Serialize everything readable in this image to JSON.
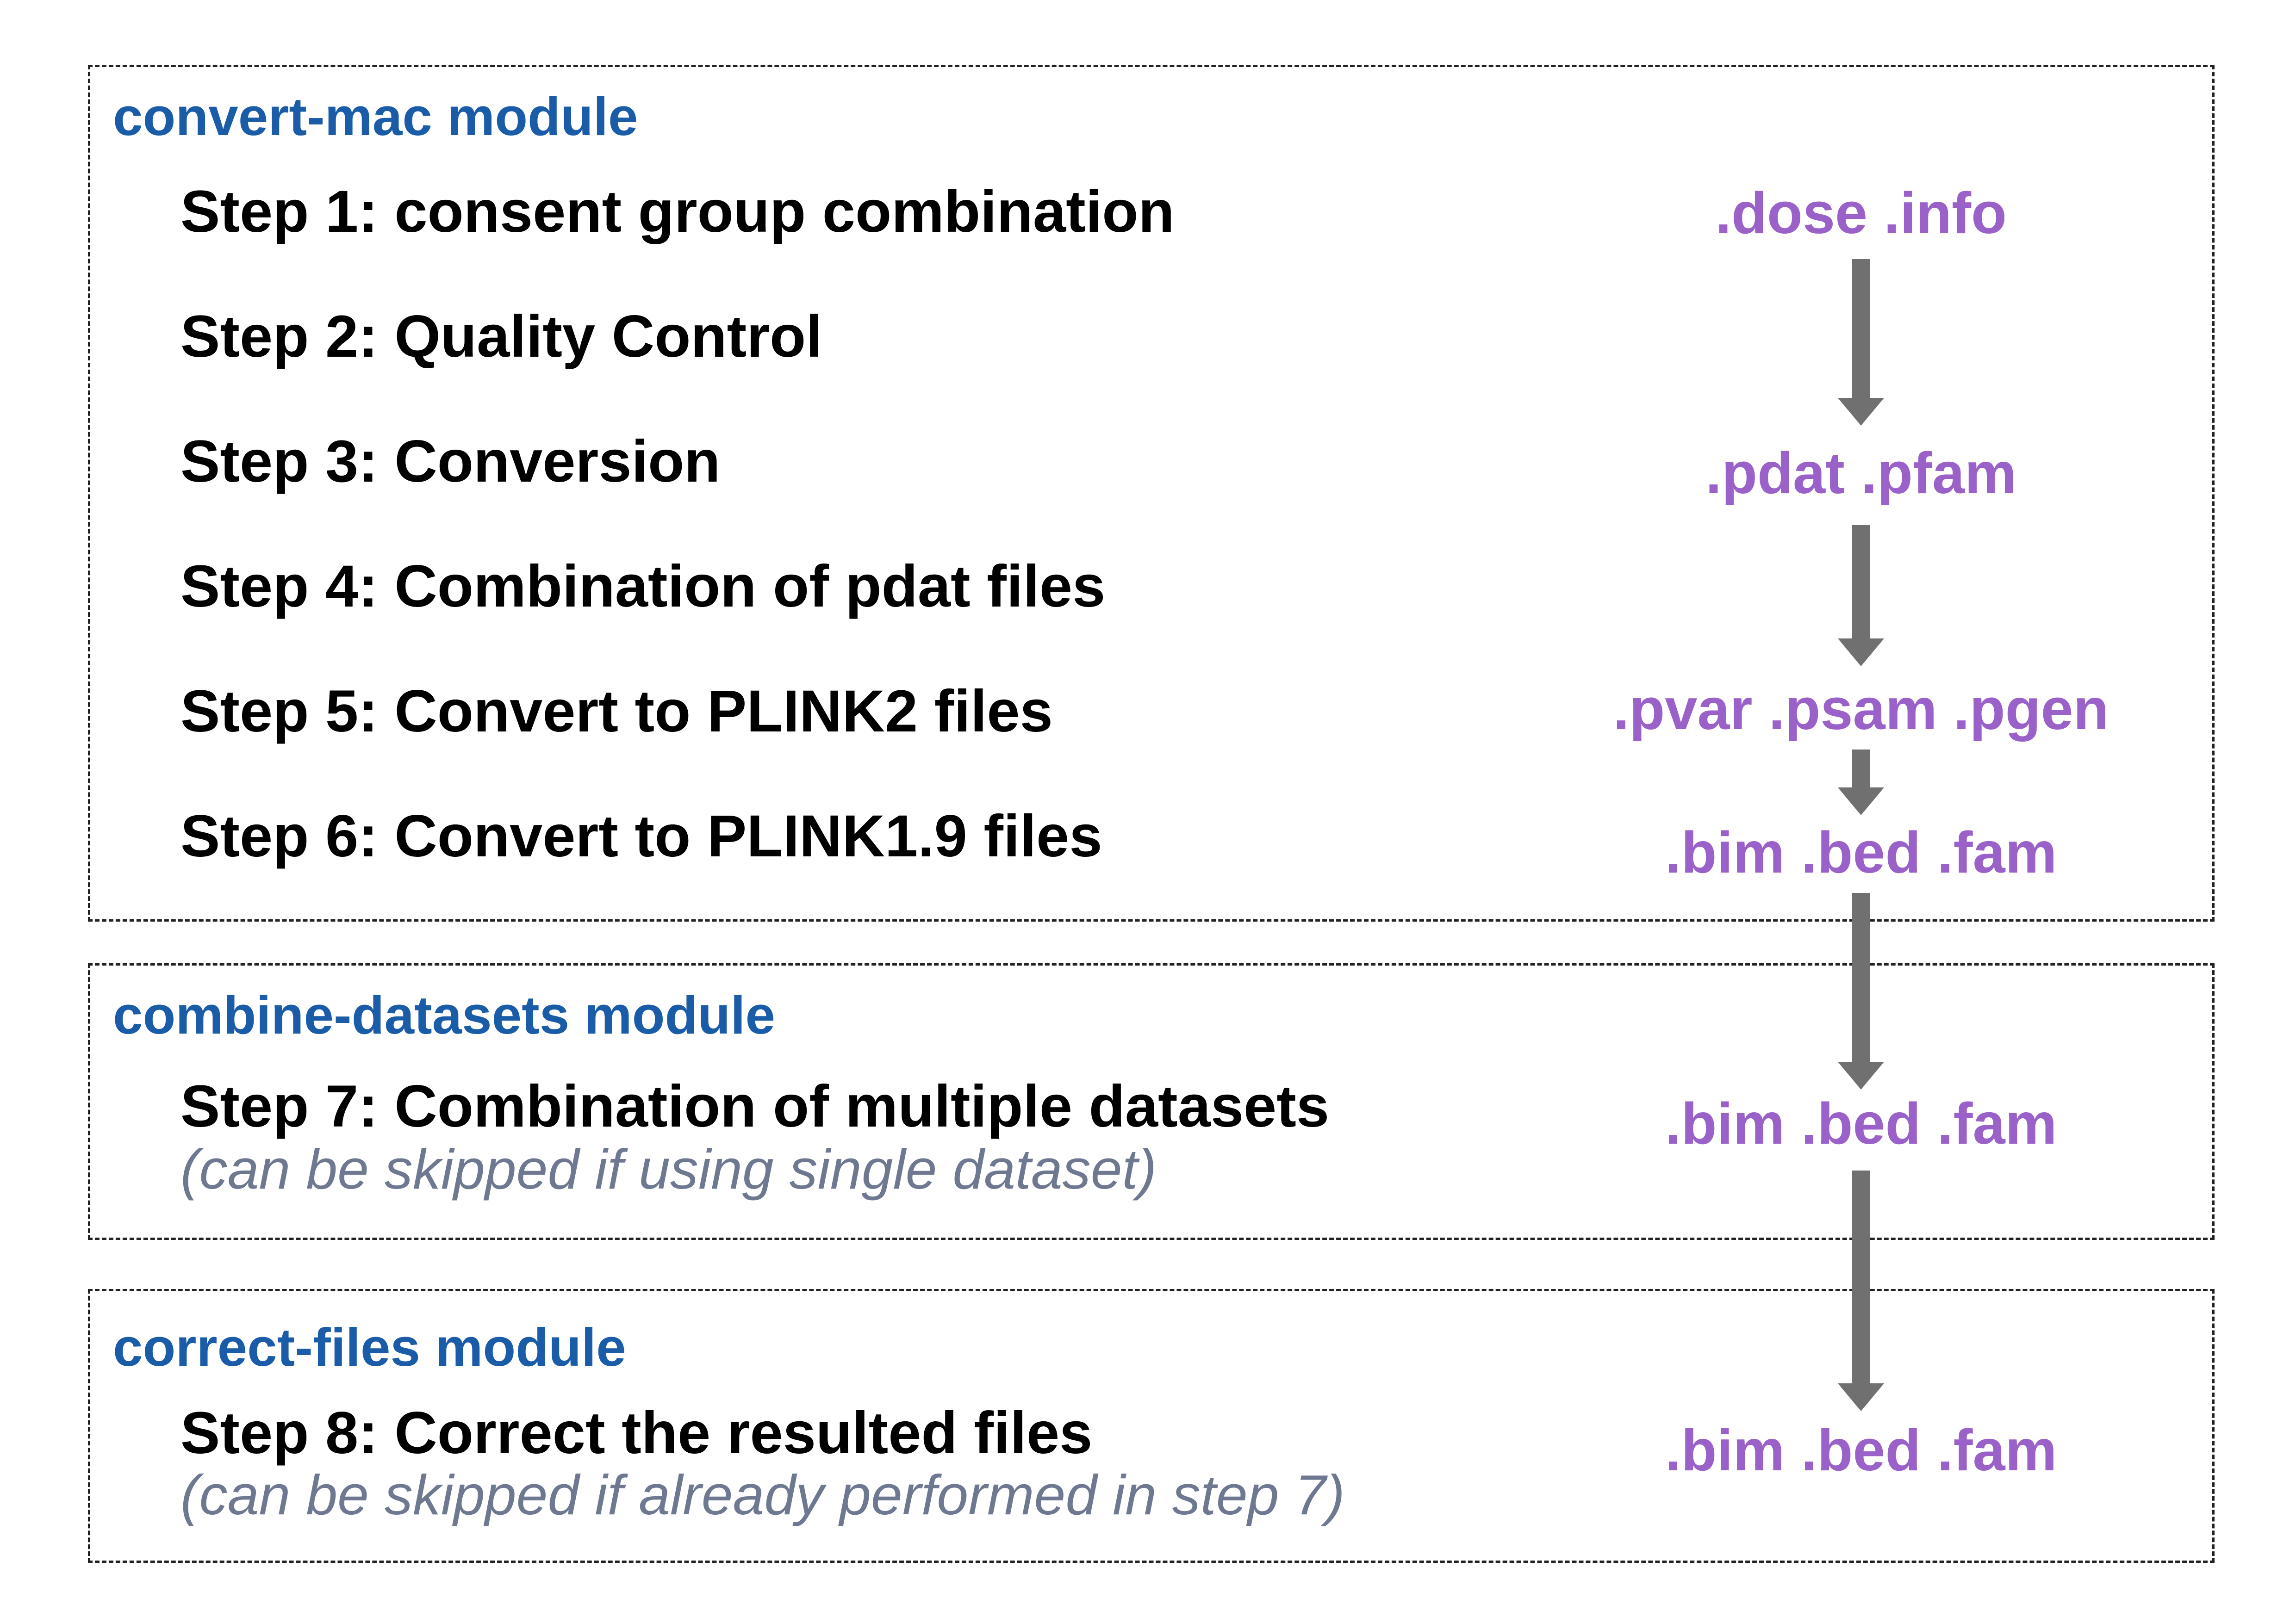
{
  "colors": {
    "module_title": "#1a5ca8",
    "step_text": "#000000",
    "note_text": "#6e7891",
    "file_text": "#9a62c9",
    "arrow": "#707070",
    "border": "#222222"
  },
  "modules": [
    {
      "title": "convert-mac module",
      "steps": [
        "Step 1: consent group combination",
        "Step 2: Quality Control",
        "Step 3: Conversion",
        "Step 4: Combination of pdat files",
        "Step 5: Convert to PLINK2 files",
        "Step 6: Convert to PLINK1.9 files"
      ]
    },
    {
      "title": "combine-datasets module",
      "steps": [
        "Step 7: Combination of multiple datasets"
      ],
      "note": "(can be skipped if using single dataset)"
    },
    {
      "title": "correct-files module",
      "steps": [
        "Step 8: Correct the resulted files"
      ],
      "note": "(can be skipped if already performed in step 7)"
    }
  ],
  "files": [
    ".dose .info",
    ".pdat .pfam",
    ".pvar .psam .pgen",
    ".bim .bed .fam",
    ".bim .bed .fam",
    ".bim .bed .fam"
  ]
}
